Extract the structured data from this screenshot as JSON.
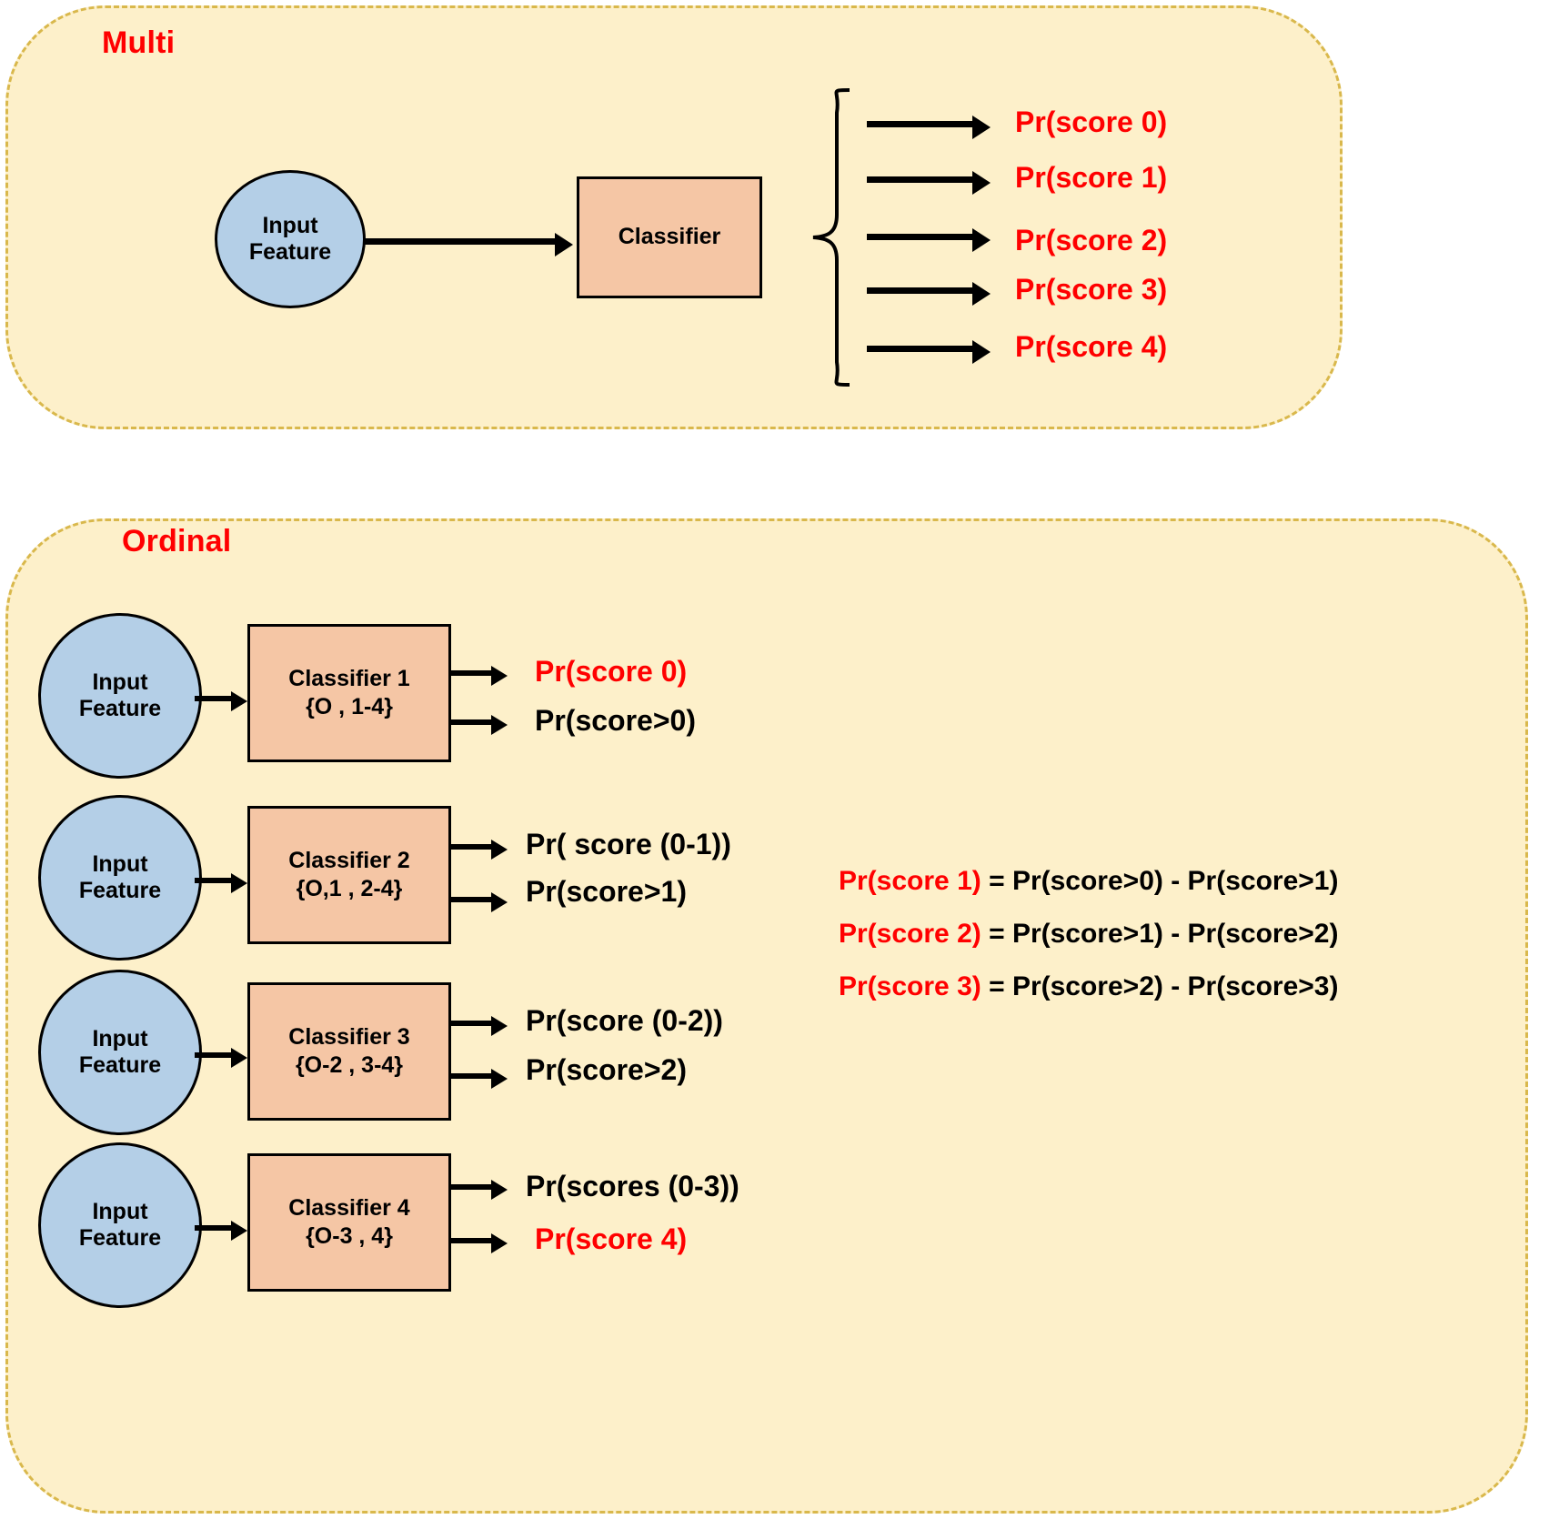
{
  "colors": {
    "panel_bg": "#fdf0ca",
    "panel_border": "#d9b84c",
    "ellipse_fill": "#b4cfe7",
    "box_fill": "#f5c6a5",
    "accent_red": "#ff0000",
    "text_black": "#000000"
  },
  "multi": {
    "title": "Multi",
    "input": {
      "line1": "Input",
      "line2": "Feature"
    },
    "classifier": {
      "label": "Classifier"
    },
    "outputs": [
      "Pr(score 0)",
      "Pr(score 1)",
      "Pr(score 2)",
      "Pr(score 3)",
      "Pr(score 4)"
    ]
  },
  "ordinal": {
    "title": "Ordinal",
    "rows": [
      {
        "input": {
          "line1": "Input",
          "line2": "Feature"
        },
        "classifier": {
          "line1": "Classifier 1",
          "line2": "{O , 1-4}"
        },
        "outputs": [
          {
            "text": "Pr(score 0)",
            "color": "red"
          },
          {
            "text": "Pr(score>0)",
            "color": "black"
          }
        ]
      },
      {
        "input": {
          "line1": "Input",
          "line2": "Feature"
        },
        "classifier": {
          "line1": "Classifier 2",
          "line2": "{O,1 , 2-4}"
        },
        "outputs": [
          {
            "text": "Pr( score (0-1))",
            "color": "black"
          },
          {
            "text": "Pr(score>1)",
            "color": "black"
          }
        ]
      },
      {
        "input": {
          "line1": "Input",
          "line2": "Feature"
        },
        "classifier": {
          "line1": "Classifier 3",
          "line2": "{O-2 , 3-4}"
        },
        "outputs": [
          {
            "text": "Pr(score (0-2))",
            "color": "black"
          },
          {
            "text": "Pr(score>2)",
            "color": "black"
          }
        ]
      },
      {
        "input": {
          "line1": "Input",
          "line2": "Feature"
        },
        "classifier": {
          "line1": "Classifier 4",
          "line2": "{O-3 , 4}"
        },
        "outputs": [
          {
            "text": "Pr(scores (0-3))",
            "color": "black"
          },
          {
            "text": "Pr(score 4)",
            "color": "red"
          }
        ]
      }
    ],
    "equations": [
      {
        "lhs": "Pr(score 1)",
        "rhs": " = Pr(score>0) - Pr(score>1)"
      },
      {
        "lhs": "Pr(score 2)",
        "rhs": " = Pr(score>1) - Pr(score>2)"
      },
      {
        "lhs": "Pr(score 3)",
        "rhs": " = Pr(score>2) - Pr(score>3)"
      }
    ]
  }
}
